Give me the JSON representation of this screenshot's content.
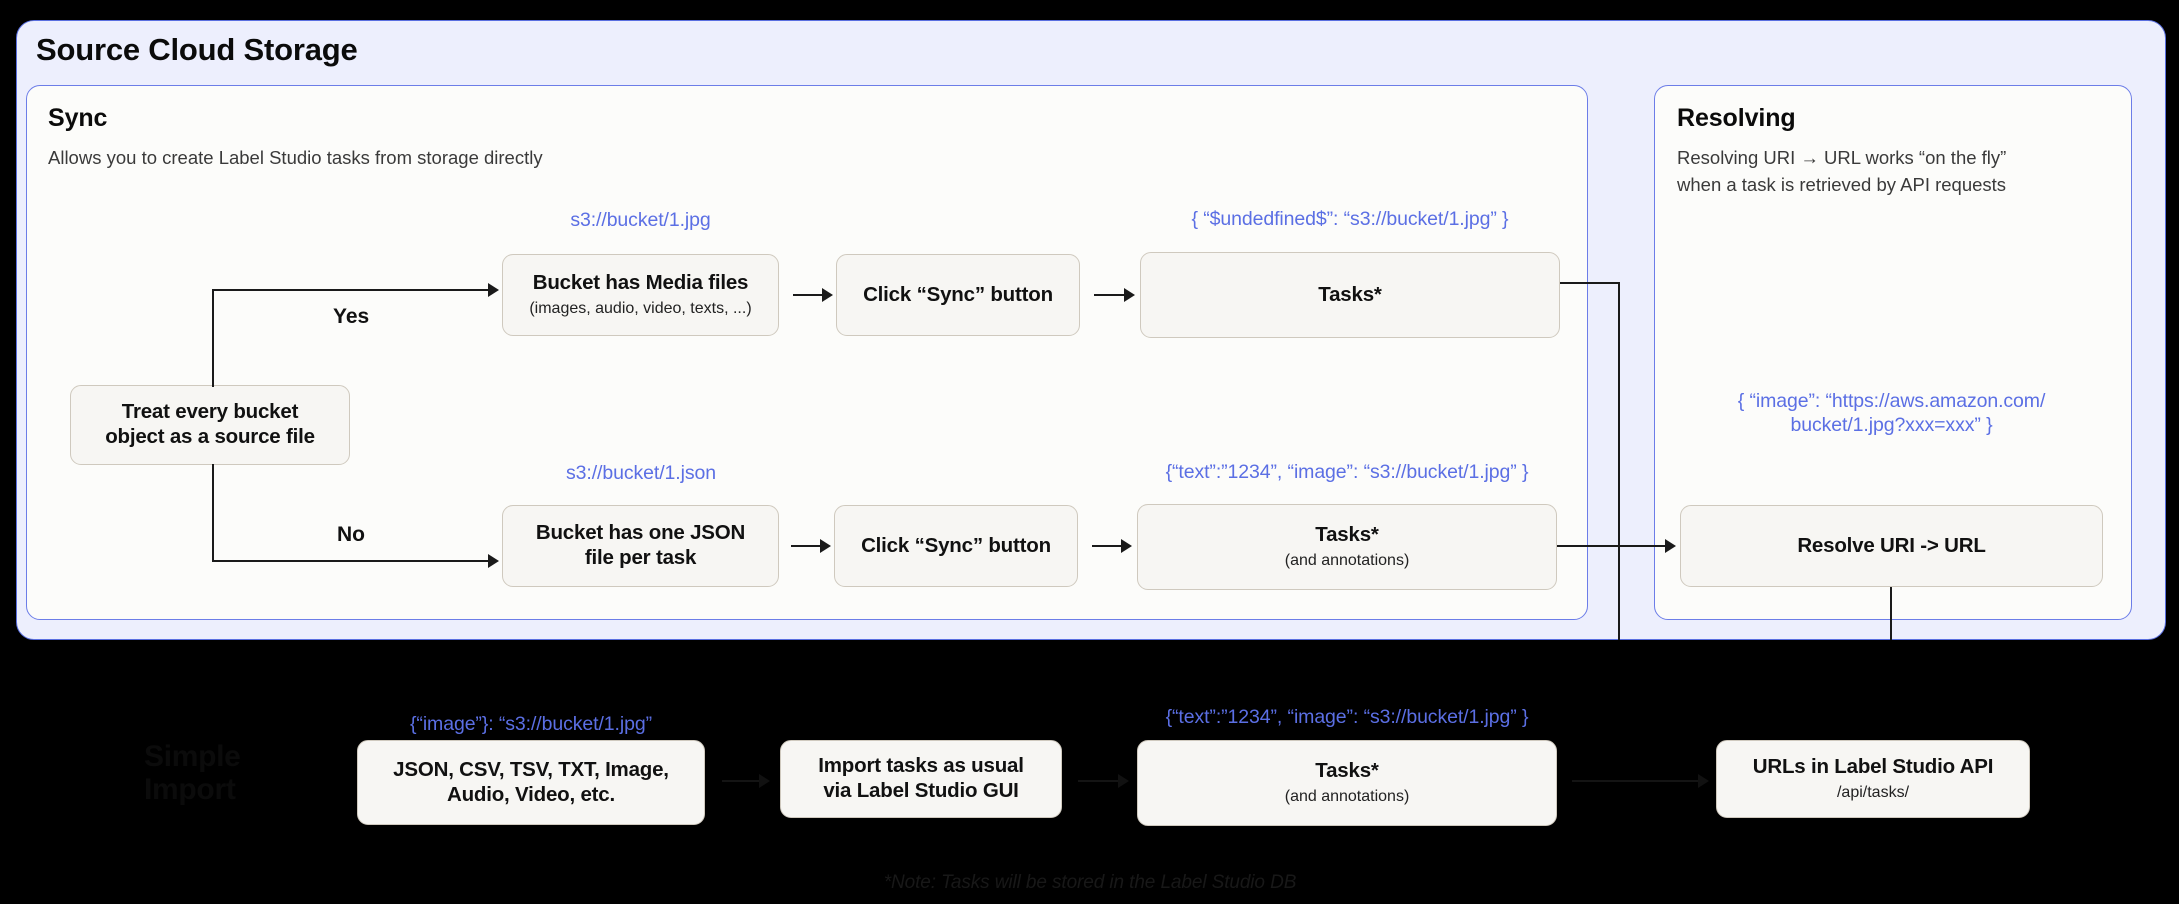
{
  "panel": {
    "title": "Source Cloud Storage"
  },
  "sync_card": {
    "title": "Sync",
    "subtitle": "Allows you to create Label Studio tasks from storage directly",
    "branch_yes": "Yes",
    "branch_no": "No",
    "decision_box": {
      "line1": "Treat every bucket",
      "line2": "object as a source file"
    },
    "yes_branch": {
      "code_above_box": "s3://bucket/1.jpg",
      "box1_title": "Bucket has Media files",
      "box1_sub": "(images, audio, video, texts, ...)",
      "box2_title": "Click “Sync” button",
      "code_above_tasks": "{ “$undedfined$”: “s3://bucket/1.jpg” }",
      "tasks_title": "Tasks*"
    },
    "no_branch": {
      "code_above_box": "s3://bucket/1.json",
      "box1_line1": "Bucket has one JSON",
      "box1_line2": "file per task",
      "box2_title": "Click “Sync” button",
      "code_above_tasks": "{“text”:”1234”,  “image”: “s3://bucket/1.jpg” }",
      "tasks_title": "Tasks*",
      "tasks_sub": "(and annotations)"
    }
  },
  "resolving_card": {
    "title": "Resolving",
    "subtitle_line1": "Resolving URI → URL works “on the fly”",
    "subtitle_line2": "when a task is retrieved by API requests",
    "code_line1": "{ “image”: “https://aws.amazon.com/",
    "code_line2": "bucket/1.jpg?xxx=xxx” }",
    "resolve_box": "Resolve URI -> URL"
  },
  "bottom": {
    "simple_import_line1": "Simple",
    "simple_import_line2": "Import",
    "code_formats": "{“image”}: “s3://bucket/1.jpg”",
    "formats_line1": "JSON, CSV, TSV, TXT, Image,",
    "formats_line2": "Audio, Video, etc.",
    "import_line1": "Import tasks as usual",
    "import_line2": "via Label Studio GUI",
    "code_tasks": "{“text”:”1234”,  “image”: “s3://bucket/1.jpg” }",
    "tasks_title": "Tasks*",
    "tasks_sub": "(and annotations)",
    "urls_title": "URLs in Label Studio API",
    "urls_sub": "/api/tasks/",
    "footnote": "*Note: Tasks will be stored in the Label Studio DB"
  },
  "colors": {
    "outer_panel_fill": "#EDEFFD",
    "panel_border": "#5A6FE0",
    "card_fill": "#FCFCFA",
    "box_fill": "#F7F6F3",
    "box_border": "#CFC9BE",
    "code_text": "#5B6FE4",
    "background": "#000000"
  }
}
